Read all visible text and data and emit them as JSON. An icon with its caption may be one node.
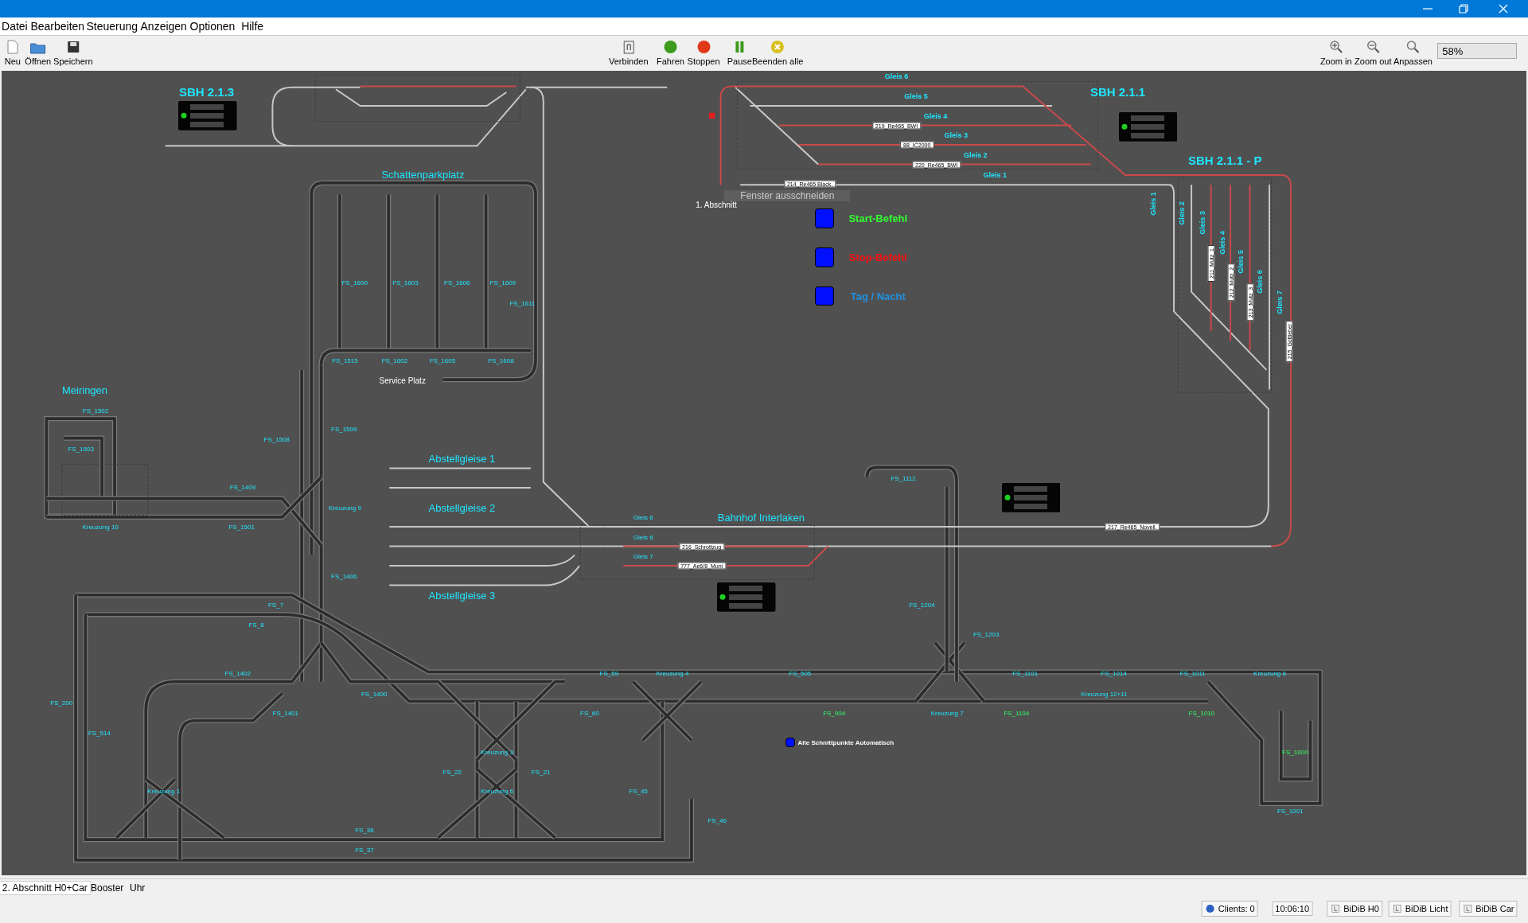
{
  "diagram": {
    "labels": [
      "Datei",
      "Bearbeiten",
      "Steuerung",
      "Anzeigen",
      "Optionen",
      "Hilfe",
      "Neu",
      "Öffnen",
      "Speichern",
      "Verbinden",
      "Fahren",
      "Stoppen",
      "Pause",
      "Beenden alle",
      "Zoom in",
      "Zoom out",
      "Anpassen",
      "58%",
      "SBH 2.1.3",
      "Gleis 6",
      "Gleis 5",
      "SBH 2.1.1",
      "Gleis 4",
      "219_Re465_BWI",
      "Gleis 3",
      "88_IC2000",
      "Gleis 2",
      "SBH 2.1.1 - P",
      "220_Re465_BWI",
      "Schattenparkplatz",
      "Gleis 1",
      "214_Re465 Black.",
      "Fenster ausschneiden",
      "1. Abschnitt",
      "Gleis 1",
      "Gleis 2",
      "Gleis 3",
      "211_Mutz_1",
      "Gleis 4",
      "212_Mutz_2",
      "Gleis 5",
      "213_Mutz_3",
      "Gleis 6",
      "Gleis 7",
      "215_Gottleber",
      "Start-Befehl",
      "Stop-Befehl",
      "FS_1600",
      "FS_1603",
      "FS_1606",
      "FS_1609",
      "Tag / Nacht",
      "FS_1611",
      "FS_1515",
      "FS_1602",
      "FS_1605",
      "FS_1608",
      "Service Platz",
      "Meiringen",
      "FS_1502",
      "FS_1509",
      "FS_1508",
      "FS_1503",
      "Abstellgleise 1",
      "FS_1112",
      "FS_1409",
      "Kreuzung 9",
      "Abstellgleise 2",
      "Gleis 6",
      "Bahnhof Interlaken",
      "Kreuzung 10",
      "FS_1501",
      "217_Re465_Novell.",
      "Gleis 6",
      "216_Schrottzug",
      "Gleis 7",
      "777_Ae6/8_Muni",
      "FS_1406",
      "Abstellgleise 3",
      "FS_7",
      "FS_1204",
      "FS_8",
      "FS_1203",
      "FS_1402",
      "FS_59",
      "Kreuzung 4",
      "FS_505",
      "FS_1101",
      "FS_1014",
      "FS_1011",
      "Kreuzung 8",
      "FS_1400",
      "Kreuzung 12+11",
      "FS_200",
      "FS_1401",
      "FS_60",
      "FS_904",
      "Kreuzung 7",
      "FS_1104",
      "FS_1010",
      "FS_514",
      "Alle Schnittpunkte Automatisch",
      "Kreuzung 3",
      "FS_1000",
      "FS_22",
      "FS_21",
      "Kreuzung 1",
      "Kreuzung 6",
      "FS_45",
      "FS_1001",
      "FS_46",
      "FS_36",
      "FS_37",
      "2. Abschnitt H0+Car",
      "Booster",
      "Uhr",
      "Clients: 0",
      "10:06:10",
      "BiDiB H0",
      "BiDiB Licht",
      "BiDiB Car"
    ]
  }
}
